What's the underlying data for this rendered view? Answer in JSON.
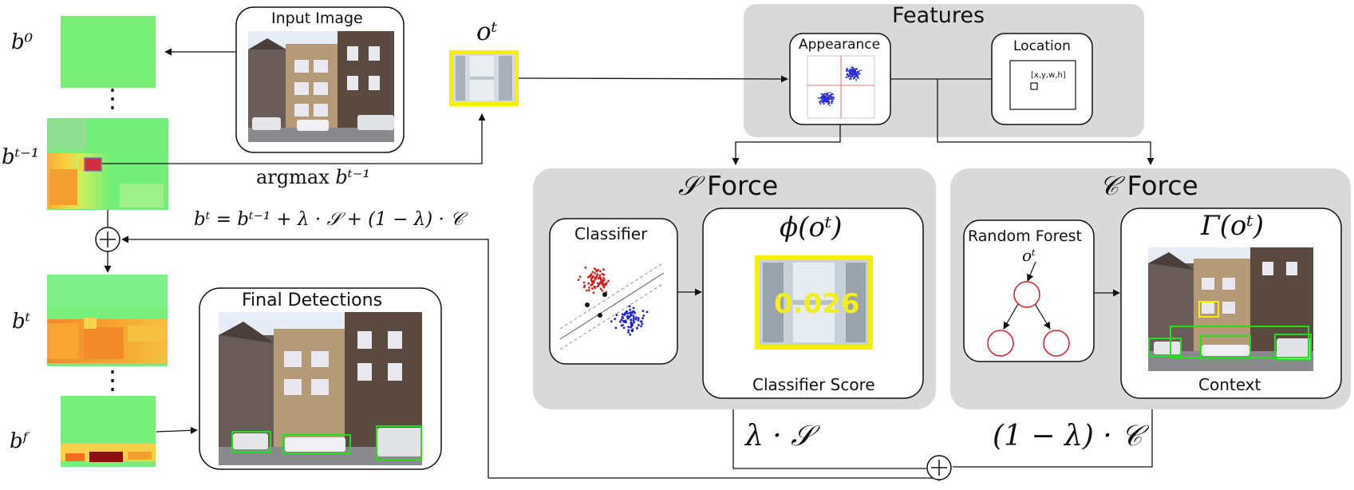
{
  "belief_labels": {
    "b0": "b⁰",
    "bt_minus_1": "bᵗ⁻¹",
    "bt": "bᵗ",
    "bF": "bᶠ"
  },
  "ellipsis": "⋮",
  "input_image": {
    "title": "Input Image"
  },
  "observation": {
    "label": "oᵗ"
  },
  "argmax_label": {
    "prefix": "argmax",
    "expr": "bᵗ⁻¹"
  },
  "update_equation": {
    "lhs": "bᵗ = bᵗ⁻¹ + λ · ",
    "s": "𝒮",
    "mid": " + (1 − λ) · ",
    "c": "𝒞"
  },
  "final_detections": {
    "title": "Final Detections"
  },
  "features": {
    "title": "Features",
    "appearance": {
      "title": "Appearance"
    },
    "location": {
      "title": "Location",
      "box_label": "[x,y,w,h]"
    }
  },
  "s_force": {
    "title_symbol": "𝒮",
    "title_word": " Force",
    "classifier": {
      "title": "Classifier"
    },
    "phi": {
      "title": "ϕ(oᵗ)",
      "score": "0.026",
      "caption": "Classifier Score"
    },
    "weight_label": {
      "prefix": "λ · ",
      "symbol": "𝒮"
    }
  },
  "c_force": {
    "title_symbol": "𝒞",
    "title_word": " Force",
    "random_forest": {
      "title": "Random Forest",
      "node_label": "oᵗ"
    },
    "gamma": {
      "title": "Γ(oᵗ)",
      "caption": "Context"
    },
    "weight_label": {
      "prefix": "(1 − λ) · ",
      "symbol": "𝒞"
    }
  },
  "sum_symbol": "+",
  "colors": {
    "panel_gray": "#d9d9d9",
    "heat_green": "#6fed7a",
    "heat_red": "#8b1010",
    "highlight_yellow": "#f5f000",
    "detection_green": "#22dd22",
    "node_red": "#d4202a"
  }
}
